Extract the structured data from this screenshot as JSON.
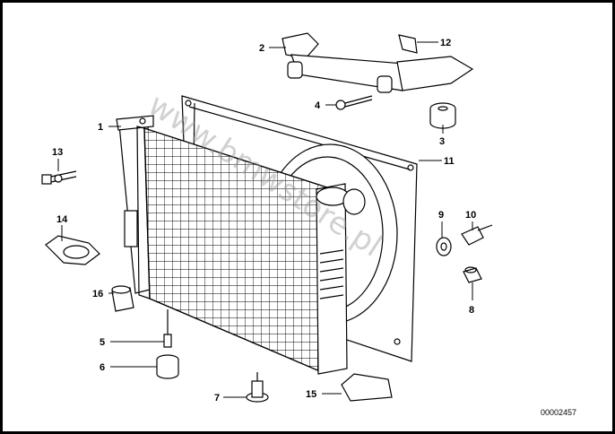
{
  "diagram": {
    "watermark": "www.bmwstore.pl",
    "drawing_code": "00002457",
    "callouts": [
      {
        "id": "c1",
        "label": "1"
      },
      {
        "id": "c2",
        "label": "2"
      },
      {
        "id": "c3",
        "label": "3"
      },
      {
        "id": "c4",
        "label": "4"
      },
      {
        "id": "c5",
        "label": "5"
      },
      {
        "id": "c6",
        "label": "6"
      },
      {
        "id": "c7",
        "label": "7"
      },
      {
        "id": "c8",
        "label": "8"
      },
      {
        "id": "c9",
        "label": "9"
      },
      {
        "id": "c10",
        "label": "10"
      },
      {
        "id": "c11",
        "label": "11"
      },
      {
        "id": "c12",
        "label": "12"
      },
      {
        "id": "c13",
        "label": "13"
      },
      {
        "id": "c14",
        "label": "14"
      },
      {
        "id": "c15",
        "label": "15"
      },
      {
        "id": "c16",
        "label": "16"
      }
    ]
  }
}
